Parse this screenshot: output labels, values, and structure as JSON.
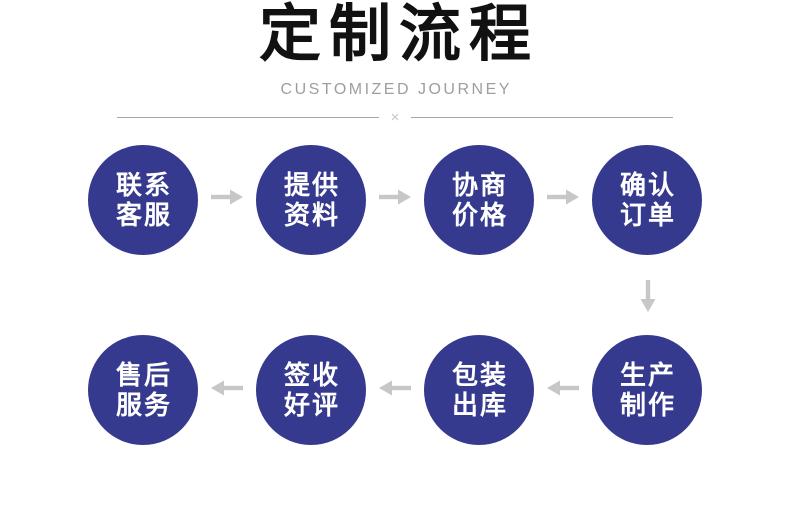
{
  "header": {
    "title": "定制流程",
    "subtitle": "CUSTOMIZED JOURNEY",
    "divider_mark": "×"
  },
  "colors": {
    "background": "#ffffff",
    "title": "#111111",
    "subtitle": "#9e9e9e",
    "divider_line": "#a8a8a8",
    "divider_mark": "#c5c5c5",
    "circle": "#353a8e",
    "circle_text": "#ffffff",
    "arrow": "#c7c7c7"
  },
  "icons": {
    "divider_cross": "× glyph",
    "flow_arrow_right": "thick gray right arrow (svg shape)",
    "flow_arrow_down": "thick gray down arrow (svg shape, rotated)",
    "flow_arrow_left": "thick gray left arrow (svg shape, rotated)"
  },
  "flow": {
    "row1": [
      {
        "name": "联系客服",
        "line1": "联系",
        "line2": "客服"
      },
      {
        "name": "提供资料",
        "line1": "提供",
        "line2": "资料"
      },
      {
        "name": "协商价格",
        "line1": "协商",
        "line2": "价格"
      },
      {
        "name": "确认订单",
        "line1": "确认",
        "line2": "订单"
      }
    ],
    "row2": [
      {
        "name": "售后服务",
        "line1": "售后",
        "line2": "服务"
      },
      {
        "name": "签收好评",
        "line1": "签收",
        "line2": "好评"
      },
      {
        "name": "包装出库",
        "line1": "包装",
        "line2": "出库"
      },
      {
        "name": "生产制作",
        "line1": "生产",
        "line2": "制作"
      }
    ]
  }
}
